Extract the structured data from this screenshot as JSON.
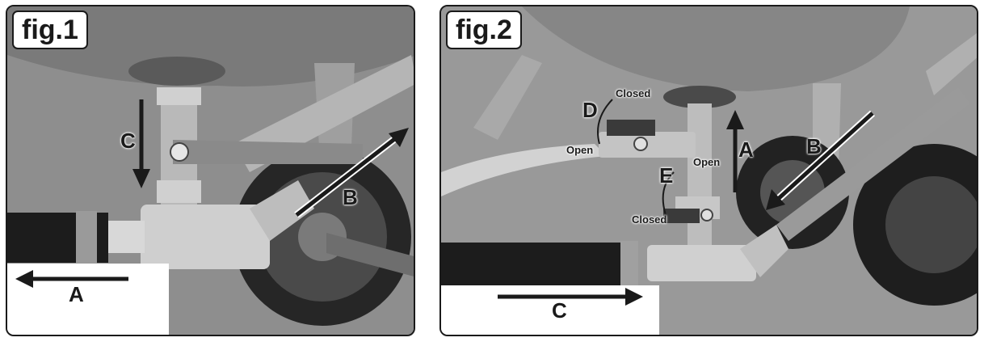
{
  "figures": [
    {
      "label": "fig.1",
      "callouts": {
        "a": "A",
        "b": "B",
        "c": "C"
      }
    },
    {
      "label": "fig.2",
      "callouts": {
        "a": "A",
        "b": "B",
        "c": "C",
        "d": "D",
        "e": "E",
        "closed_top": "Closed",
        "open_left": "Open",
        "open_right": "Open",
        "closed_bottom": "Closed"
      }
    }
  ],
  "colors": {
    "arrow": "#1a1a1a",
    "frame": "#1a1a1a",
    "background": "#ffffff"
  }
}
